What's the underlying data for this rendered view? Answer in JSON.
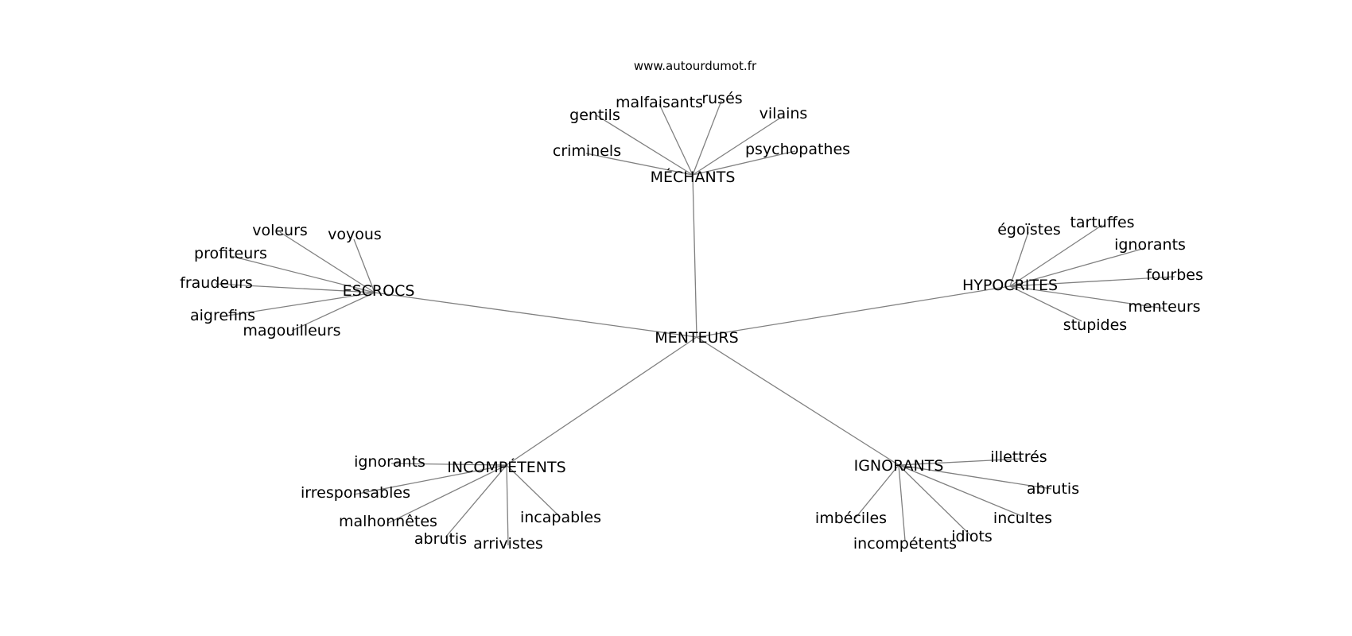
{
  "website": "www.autourdumot.fr",
  "colors": {
    "edge": "#808080",
    "text": "#000000",
    "background": "#ffffff"
  },
  "root": "MENTEURS",
  "clusters": [
    {
      "id": "mechants",
      "label": "MÉCHANTS",
      "words": [
        "criminels",
        "gentils",
        "malfaisants",
        "rusés",
        "vilains",
        "psychopathes"
      ]
    },
    {
      "id": "escrocs",
      "label": "ESCROCS",
      "words": [
        "voleurs",
        "voyous",
        "profiteurs",
        "fraudeurs",
        "aigrefins",
        "magouilleurs"
      ]
    },
    {
      "id": "hypocrites",
      "label": "HYPOCRITES",
      "words": [
        "égoïstes",
        "tartuffes",
        "ignorants",
        "fourbes",
        "menteurs",
        "stupides"
      ]
    },
    {
      "id": "incompetents",
      "label": "INCOMPÉTENTS",
      "words": [
        "ignorants",
        "irresponsables",
        "malhonnêtes",
        "abrutis",
        "arrivistes",
        "incapables"
      ]
    },
    {
      "id": "ignorants",
      "label": "IGNORANTS",
      "words": [
        "illettrés",
        "abrutis",
        "incultes",
        "idiots",
        "incompétents",
        "imbéciles"
      ]
    }
  ]
}
